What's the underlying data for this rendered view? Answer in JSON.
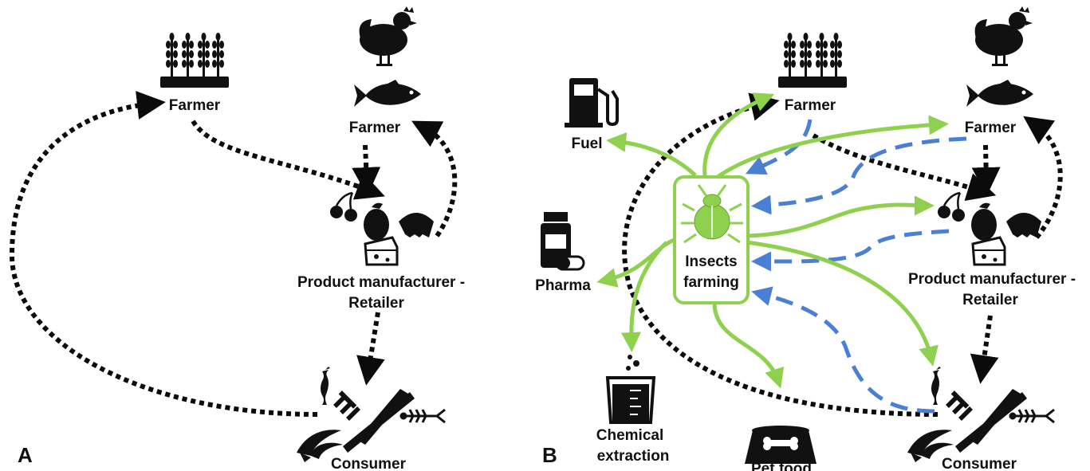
{
  "panel_a": {
    "letter": "A",
    "farmer_crop": "Farmer",
    "farmer_animal": "Farmer",
    "manufacturer_line1": "Product manufacturer -",
    "manufacturer_line2": "Retailer",
    "consumer": "Consumer"
  },
  "panel_b": {
    "letter": "B",
    "farmer_crop": "Farmer",
    "farmer_animal": "Farmer",
    "manufacturer_line1": "Product manufacturer -",
    "manufacturer_line2": "Retailer",
    "consumer": "Consumer",
    "insects_line1": "Insects",
    "insects_line2": "farming",
    "fuel": "Fuel",
    "pharma": "Pharma",
    "chemical_line1": "Chemical",
    "chemical_line2": "extraction",
    "pet_food": "Pet food"
  },
  "colors": {
    "green_flow": "#8fd14f",
    "blue_flow": "#4a7fd4",
    "black_flow": "#0b0b0b"
  },
  "icons": [
    "wheat-icon",
    "chicken-icon",
    "fish-icon",
    "food-products-icon",
    "cutlery-icon",
    "apple-core-icon",
    "banana-peel-icon",
    "fish-bone-icon",
    "fuel-pump-icon",
    "pill-bottle-icon",
    "beaker-icon",
    "pet-bowl-icon",
    "beetle-icon"
  ]
}
